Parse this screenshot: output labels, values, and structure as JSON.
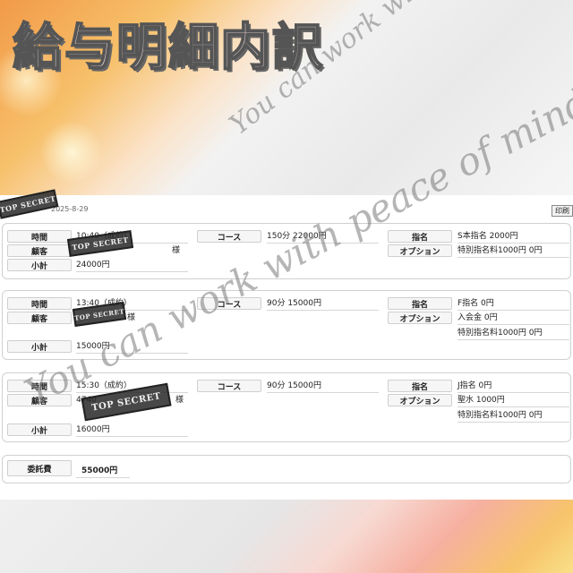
{
  "page": {
    "title": "給与明細内訳",
    "date": "2025-8-29",
    "print_label": "印刷",
    "script_text_1": "You can work with peace of mind!",
    "script_text_2": "You can work with peace of mind!",
    "stamp_text": "TOP SECRET"
  },
  "labels": {
    "time": "時間",
    "customer": "顧客",
    "subtotal": "小計",
    "course": "コース",
    "nomination": "指名",
    "option": "オプション",
    "commission": "委託費"
  },
  "records": [
    {
      "time": "10:40（成約）",
      "customer_suffix": "様",
      "subtotal": "24000円",
      "course": "150分 22000円",
      "nomination": "S本指名 2000円",
      "options": [
        "特別指名料1000円 0円"
      ]
    },
    {
      "time": "13:40（成約）",
      "customer_suffix": "様",
      "subtotal": "15000円",
      "course": "90分 15000円",
      "nomination": "F指名 0円",
      "options": [
        "入会金 0円",
        "特別指名料1000円 0円"
      ]
    },
    {
      "time": "15:30（成約）",
      "customer_suffix": "様",
      "customer_partial": "4740",
      "subtotal": "16000円",
      "course": "90分 15000円",
      "nomination": "J指名 0円",
      "options": [
        "聖水 1000円",
        "特別指名料1000円 0円"
      ]
    }
  ],
  "total": {
    "value": "55000円"
  },
  "colors": {
    "background_orange": "#f29a48",
    "panel": "#ffffff",
    "label_bg": "#f6f6f6",
    "border": "#d0d0d0"
  },
  "icons": {
    "stamp": "top-secret-stamp"
  }
}
